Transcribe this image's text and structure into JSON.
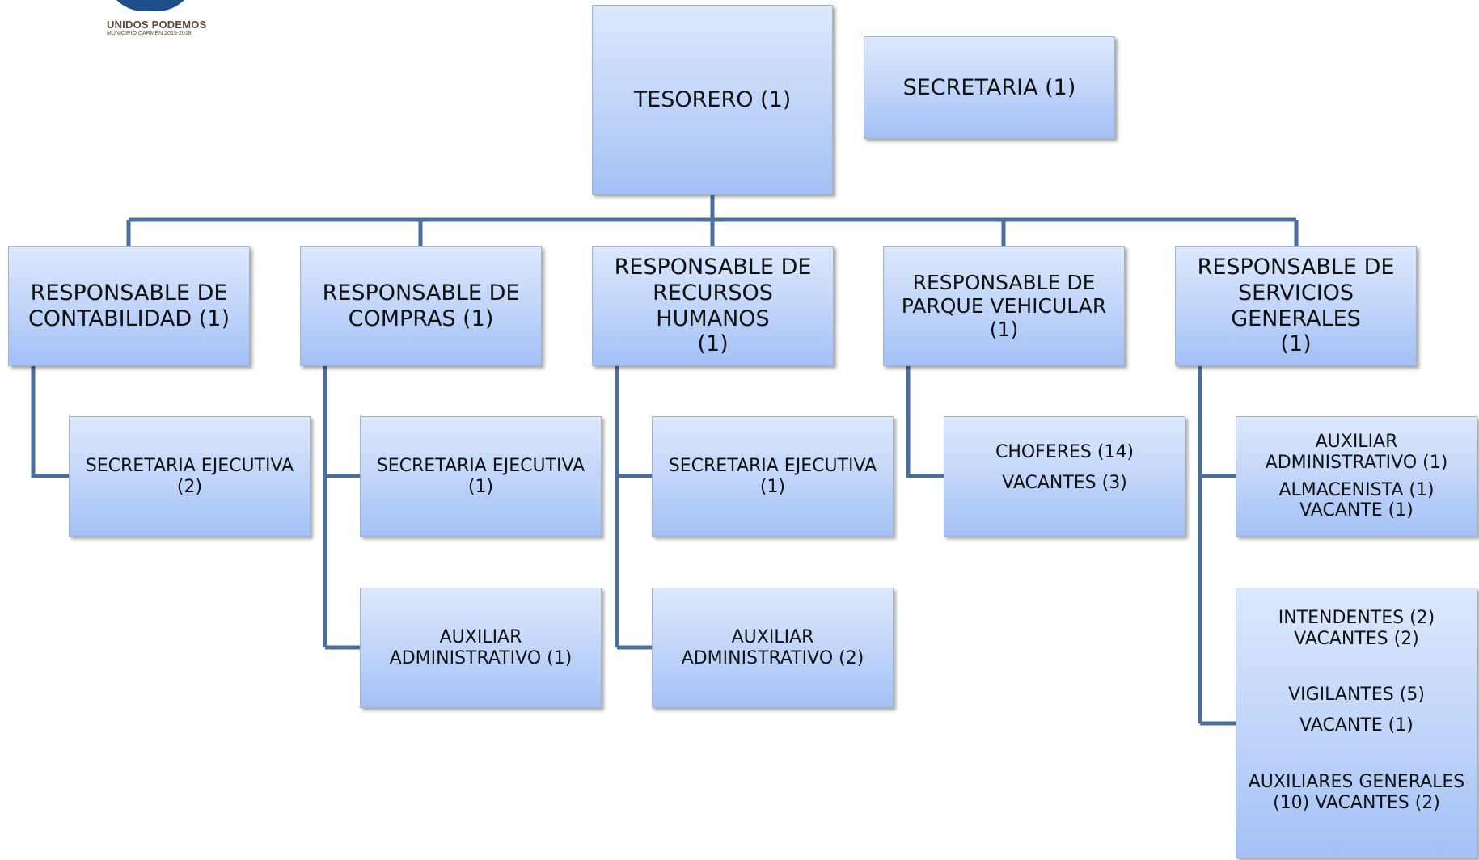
{
  "logo": {
    "title": "UNIDOS PODEMOS",
    "subtitle": "MUNICIPIO CARMEN 2015-2018"
  },
  "nodes": {
    "tesorero": "TESORERO (1)",
    "secretaria": "SECRETARIA (1)",
    "contabilidad": [
      "RESPONSABLE DE",
      "CONTABILIDAD (1)"
    ],
    "compras": [
      "RESPONSABLE DE",
      "COMPRAS (1)"
    ],
    "recursos_humanos": [
      "RESPONSABLE DE",
      "RECURSOS HUMANOS",
      "(1)"
    ],
    "parque_vehicular": [
      "RESPONSABLE DE",
      "PARQUE VEHICULAR (1)"
    ],
    "servicios_generales": [
      "RESPONSABLE DE",
      "SERVICIOS GENERALES",
      "(1)"
    ],
    "contabilidad_secretaria": "SECRETARIA EJECUTIVA (2)",
    "compras_secretaria": "SECRETARIA EJECUTIVA (1)",
    "compras_auxiliar": [
      "AUXILIAR",
      "ADMINISTRATIVO (1)"
    ],
    "rh_secretaria": "SECRETARIA EJECUTIVA (1)",
    "rh_auxiliar": [
      "AUXILIAR",
      "ADMINISTRATIVO  (2)"
    ],
    "choferes": [
      "CHOFERES (14)",
      "VACANTES (3)"
    ],
    "sg_auxiliar": [
      "AUXILIAR",
      "ADMINISTRATIVO (1)",
      "ALMACENISTA (1)",
      "VACANTE (1)"
    ],
    "sg_personal": [
      "INTENDENTES (2)",
      "VACANTES (2)",
      "VIGILANTES (5)",
      "VACANTE (1)",
      "AUXILIARES GENERALES",
      "(10) VACANTES (2)"
    ]
  },
  "colors": {
    "connector": "#4a6f9f",
    "box_top": "#dce8fc",
    "box_bottom": "#a3c0f6",
    "box_border": "#a6b4c8"
  }
}
